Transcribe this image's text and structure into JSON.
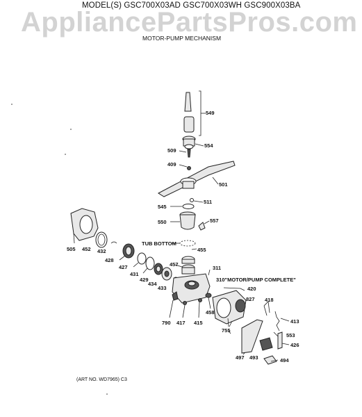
{
  "header": {
    "models": "MODEL(S) GSC700X03AD  GSC700X03WH  GSC900X03BA",
    "watermark": "AppliancePartsPros.com",
    "subtitle": "MOTOR-PUMP MECHANISM"
  },
  "callouts": {
    "549": "549",
    "554": "554",
    "509": "509",
    "409": "409",
    "501": "501",
    "511": "511",
    "545": "545",
    "550": "550",
    "557": "557",
    "tub_bottom": "TUB BOTTOM",
    "455": "455",
    "505": "505",
    "452": "452",
    "432": "432",
    "428": "428",
    "427": "427",
    "431": "431",
    "429": "429",
    "434": "434",
    "433": "433",
    "457": "457",
    "311": "311",
    "310": "310\"MOTOR/PUMP COMPLETE\"",
    "420": "420",
    "827": "827",
    "418": "418",
    "413": "413",
    "553": "553",
    "790": "790",
    "417": "417",
    "415": "415",
    "458": "458",
    "755": "755",
    "426": "426",
    "497": "497",
    "493": "493",
    "494": "494"
  },
  "art_number": "(ART NO. WD7965) C3"
}
